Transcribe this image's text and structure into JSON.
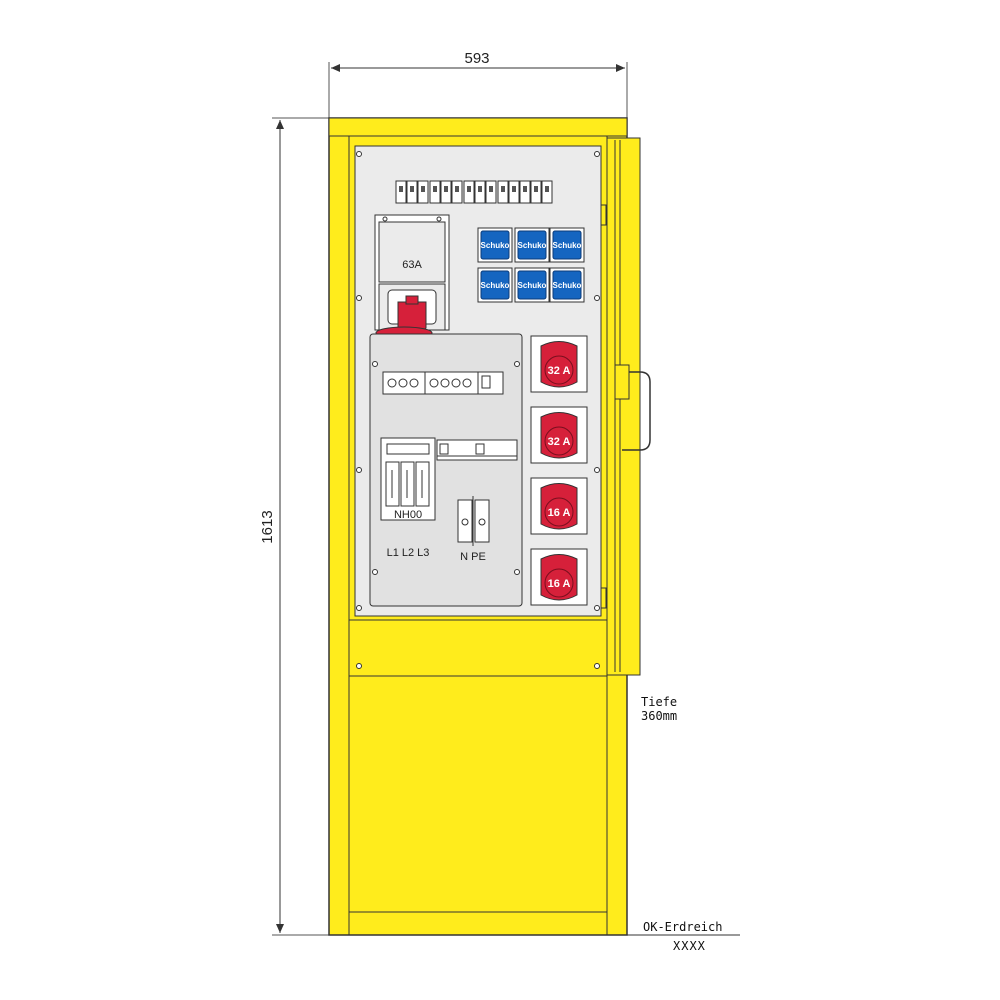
{
  "dimensions": {
    "width": "593",
    "height": "1613"
  },
  "main_switch": {
    "rating": "63A"
  },
  "fuse_block": {
    "label": "NH00",
    "phases": "L1 L2 L3"
  },
  "terminals": {
    "label": "N PE"
  },
  "schuko_sockets": [
    "Schuko",
    "Schuko",
    "Schuko",
    "Schuko",
    "Schuko",
    "Schuko"
  ],
  "cee_sockets": [
    "32 A",
    "32 A",
    "16 A",
    "16 A"
  ],
  "depth_note": {
    "line1": "Tiefe",
    "line2": "360mm"
  },
  "ground_note": {
    "label": "OK-Erdreich",
    "hatch": "XXXX"
  },
  "colors": {
    "cabinet": "#ffec1c",
    "panel": "#ebebeb",
    "schuko_blue": "#1565c0",
    "cee_red": "#d6203a",
    "outline": "#333333"
  }
}
